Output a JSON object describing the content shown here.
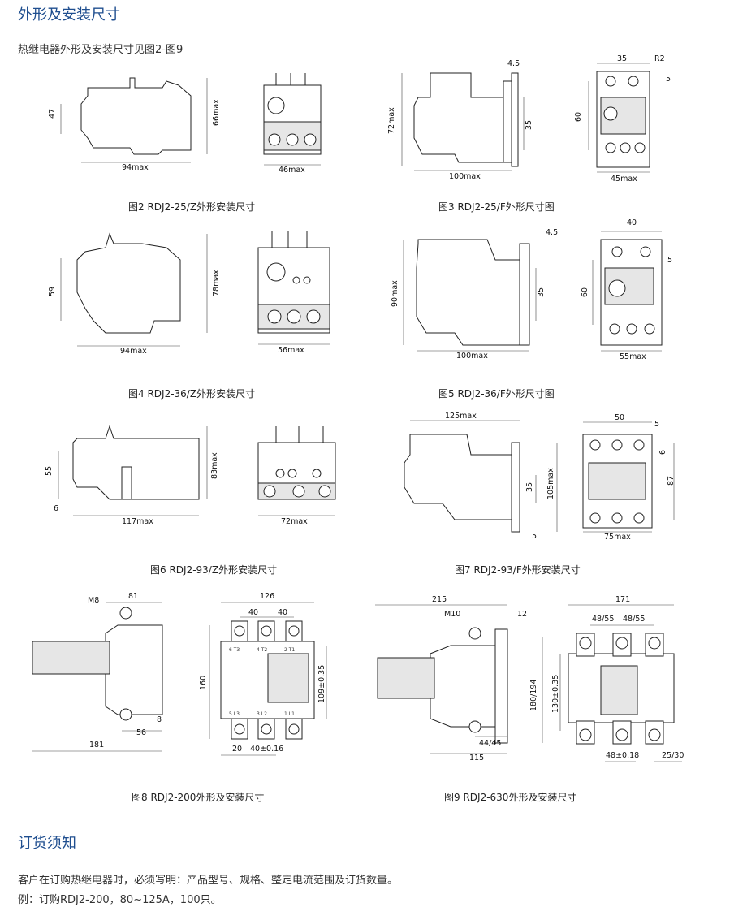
{
  "section_title": "外形及安装尺寸",
  "intro": "热继电器外形及安装尺寸见图2-图9",
  "figures": [
    {
      "caption": "图2  RDJ2-25/Z外形安装尺寸",
      "dims": [
        "47",
        "66max",
        "94max",
        "46max"
      ]
    },
    {
      "caption": "图3  RDJ2-25/F外形尺寸图",
      "dims": [
        "72max",
        "4.5",
        "35",
        "100max",
        "35",
        "R2",
        "5",
        "60",
        "45max"
      ]
    },
    {
      "caption": "图4  RDJ2-36/Z外形安装尺寸",
      "dims": [
        "59",
        "78max",
        "94max",
        "56max"
      ]
    },
    {
      "caption": "图5  RDJ2-36/F外形尺寸图",
      "dims": [
        "4.5",
        "90max",
        "35",
        "100max",
        "40",
        "5",
        "60",
        "55max"
      ]
    },
    {
      "caption": "图6  RDJ2-93/Z外形安装尺寸",
      "dims": [
        "55",
        "83max",
        "6",
        "117max",
        "72max"
      ]
    },
    {
      "caption": "图7  RDJ2-93/F外形安装尺寸",
      "dims": [
        "125max",
        "35",
        "105max",
        "5",
        "50",
        "5",
        "6",
        "87",
        "75max"
      ]
    },
    {
      "caption": "图8  RDJ2-200外形及安装尺寸",
      "dims": [
        "M8",
        "81",
        "8",
        "56",
        "181",
        "126",
        "40",
        "40",
        "160",
        "109±0.35",
        "20",
        "40±0.16"
      ],
      "terminals": [
        "6 T3",
        "4 T2",
        "2 T1",
        "5 L3",
        "3 L2",
        "1 L1"
      ]
    },
    {
      "caption": "图9  RDJ2-630外形及安装尺寸",
      "dims": [
        "215",
        "M10",
        "12",
        "44/45",
        "115",
        "171",
        "48/55",
        "48/55",
        "180/194",
        "130±0.35",
        "48±0.18",
        "25/30"
      ]
    }
  ],
  "order": {
    "title": "订货须知",
    "line1": "客户在订购热继电器时，必须写明：产品型号、规格、整定电流范围及订货数量。",
    "line2": "例：订购RDJ2-200，80~125A，100只。"
  }
}
